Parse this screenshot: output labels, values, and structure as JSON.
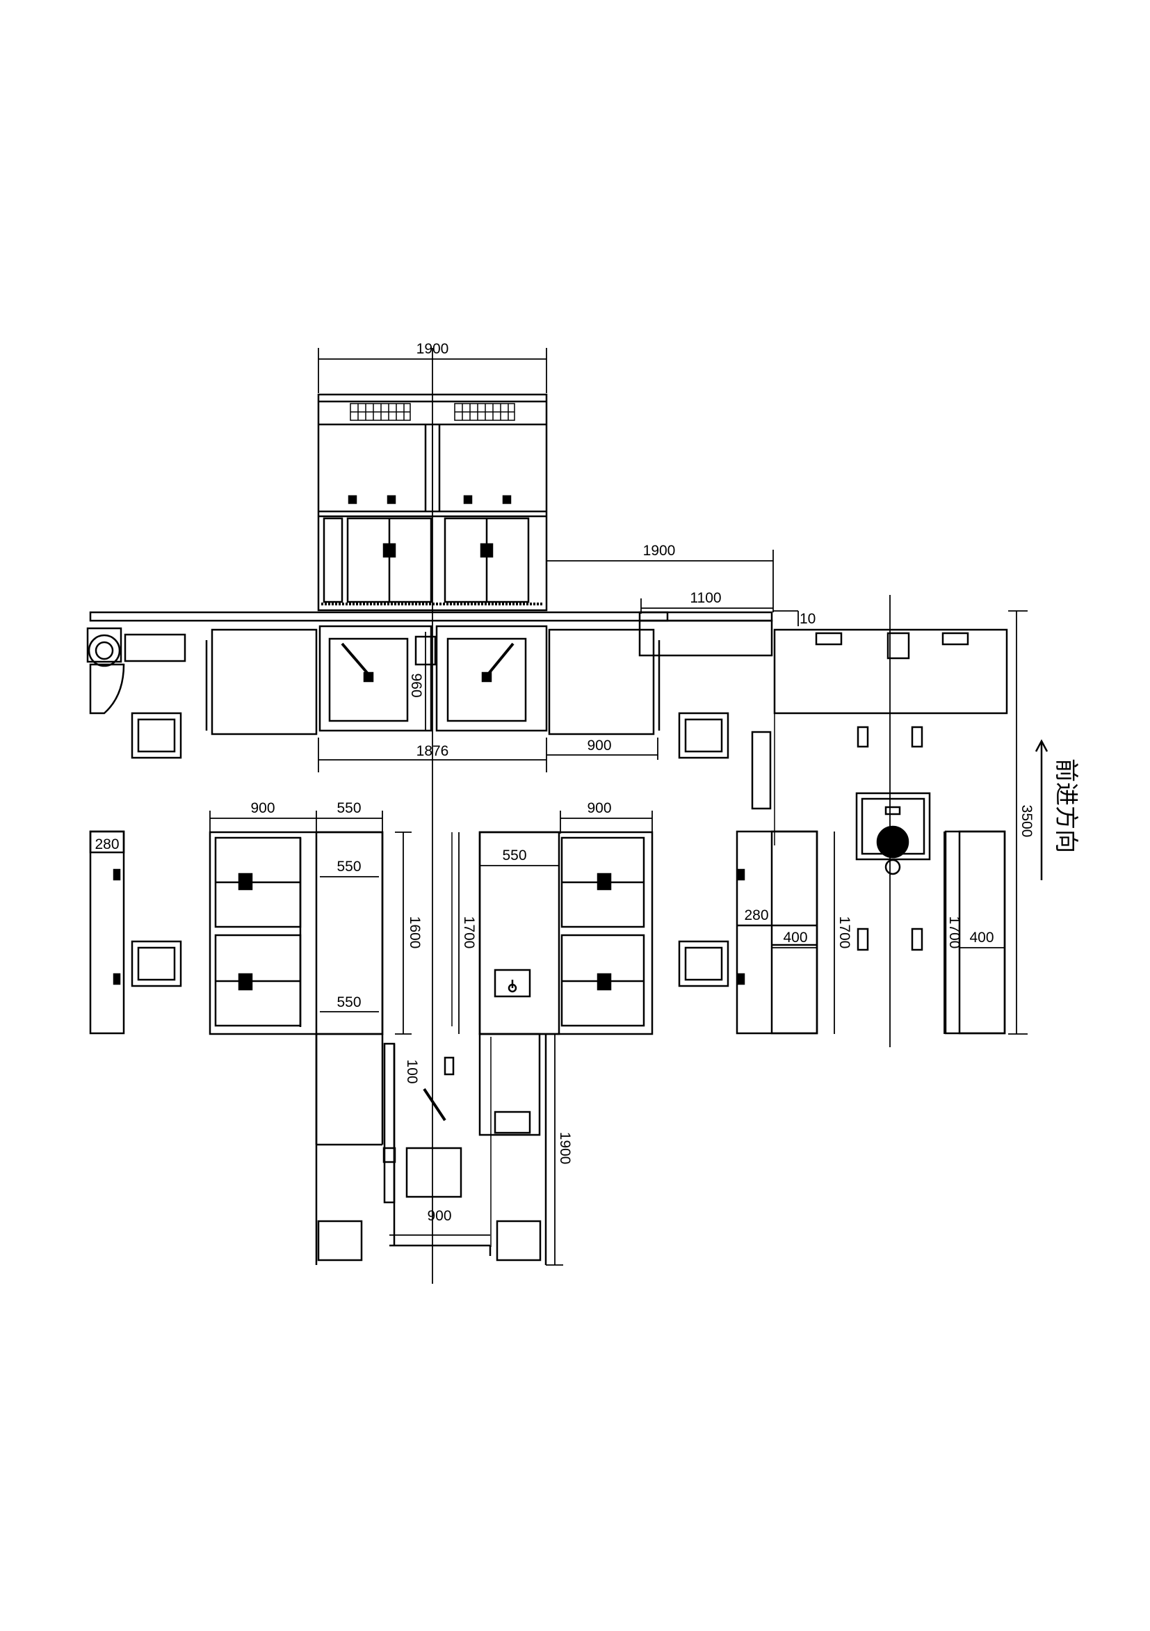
{
  "drawing": {
    "line_color": "#000000",
    "background_color": "#ffffff",
    "direction_label": "前进方向",
    "direction_icon": "arrow-up-icon"
  },
  "dimensions": {
    "top_width": "1900",
    "right_top_width": "1900",
    "right_small_width": "1100",
    "gap_10": "10",
    "fryer_depth": "960",
    "bottom_span": "1876",
    "right_900": "900",
    "left_900": "900",
    "w550_top": "550",
    "w550_mid": "550",
    "w550_bot": "550",
    "h1600": "1600",
    "h1700_left": "1700",
    "w550_sink": "550",
    "right_cab_900": "900",
    "w280_left": "280",
    "w280_right": "280",
    "w400_a": "400",
    "h1700_a": "1700",
    "h1700_b": "1700",
    "w400_b": "400",
    "h3500": "3500",
    "h100": "100",
    "w900_bottom": "900",
    "h1900_bottom": "1900"
  }
}
